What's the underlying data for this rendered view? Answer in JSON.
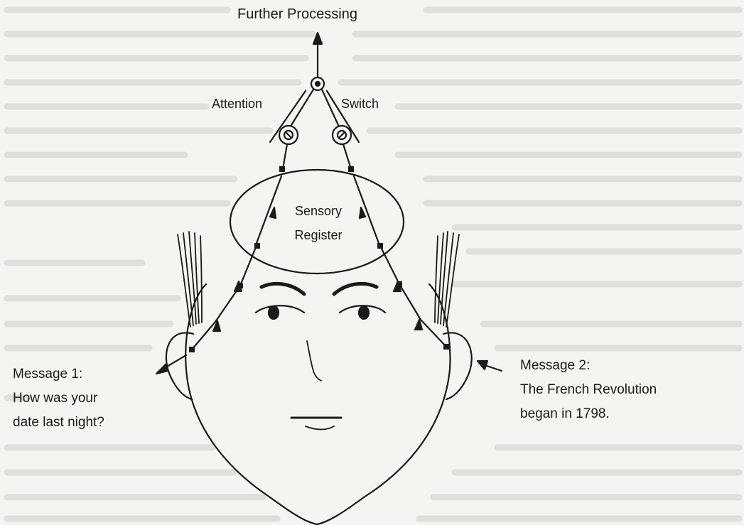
{
  "diagram": {
    "top_label": "Further Processing",
    "attention_label": "Attention",
    "switch_label": "Switch",
    "register_line1": "Sensory",
    "register_line2": "Register",
    "message1": {
      "line1": "Message 1:",
      "line2": "How was your",
      "line3": "date last night?"
    },
    "message2": {
      "line1": "Message 2:",
      "line2": "The French Revolution",
      "line3": "began in 1798."
    }
  }
}
